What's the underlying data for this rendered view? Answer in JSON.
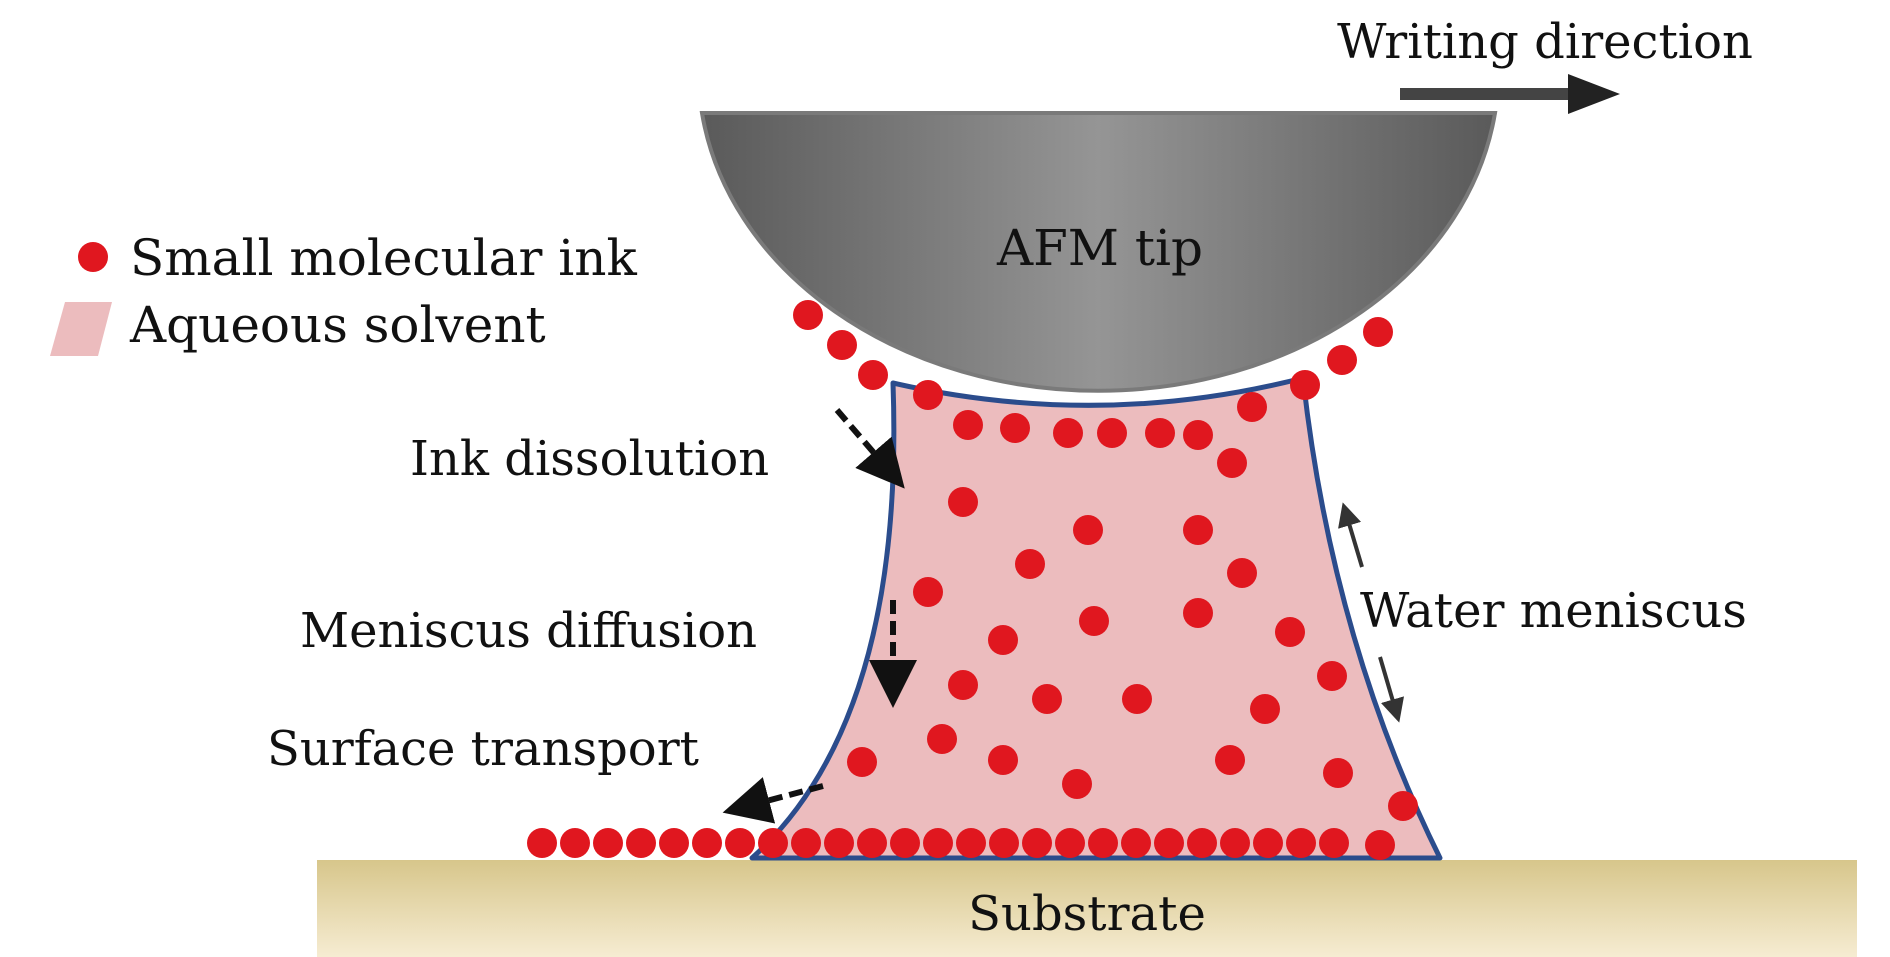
{
  "labels": {
    "writing_direction": "Writing direction",
    "afm_tip": "AFM tip",
    "ink_dissolution": "Ink dissolution",
    "meniscus_diffusion": "Meniscus diffusion",
    "surface_transport": "Surface transport",
    "water_meniscus": "Water meniscus",
    "substrate": "Substrate"
  },
  "legend": {
    "ink": "Small molecular ink",
    "solvent": "Aqueous solvent"
  },
  "colors": {
    "ink": "#e0171f",
    "solvent": "#ecbcbe",
    "meniscus_outline": "#2b4c8c",
    "tip_dark": "#5f5f5f",
    "tip_light": "#909090",
    "substrate_top": "#d9c98e",
    "substrate_bottom": "#f5ead0",
    "arrow": "#222222"
  }
}
